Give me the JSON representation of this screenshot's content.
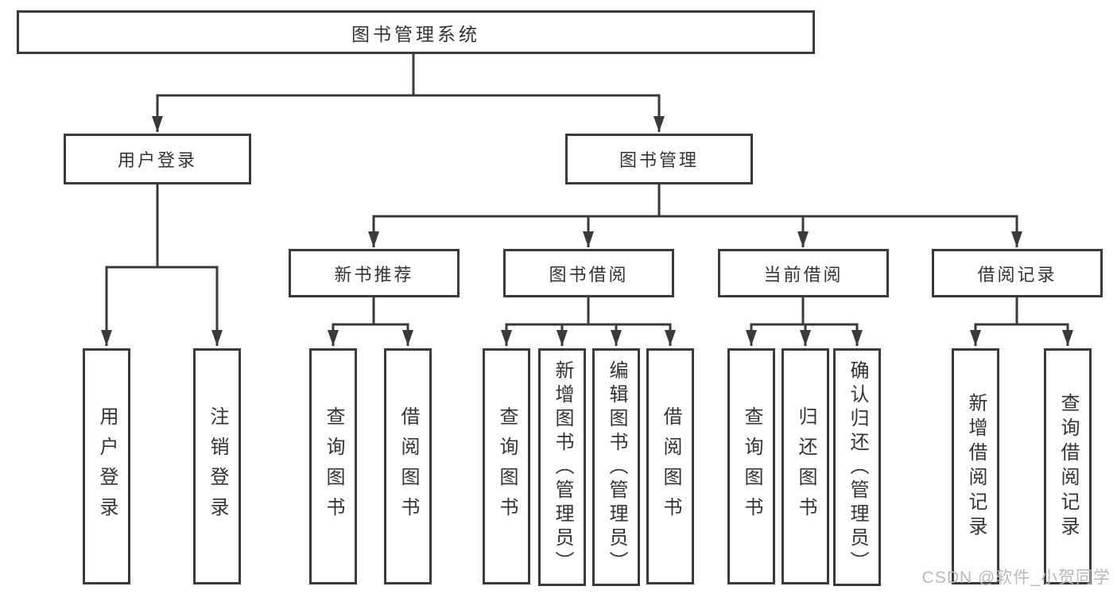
{
  "diagram": {
    "type": "hierarchy-tree",
    "root": {
      "label": "图书管理系统",
      "children": [
        {
          "label": "用户登录",
          "children": [
            {
              "label": "用户登录"
            },
            {
              "label": "注销登录"
            }
          ]
        },
        {
          "label": "图书管理",
          "children": [
            {
              "label": "新书推荐",
              "children": [
                {
                  "label": "查询图书"
                },
                {
                  "label": "借阅图书"
                }
              ]
            },
            {
              "label": "图书借阅",
              "children": [
                {
                  "label": "查询图书"
                },
                {
                  "label": "新增图书（管理员）"
                },
                {
                  "label": "编辑图书（管理员）"
                },
                {
                  "label": "借阅图书"
                }
              ]
            },
            {
              "label": "当前借阅",
              "children": [
                {
                  "label": "查询图书"
                },
                {
                  "label": "归还图书"
                },
                {
                  "label": "确认归还（管理员）"
                }
              ]
            },
            {
              "label": "借阅记录",
              "children": [
                {
                  "label": "新增借阅记录"
                },
                {
                  "label": "查询借阅记录"
                }
              ]
            }
          ]
        }
      ]
    },
    "watermark": "CSDN @软件_小贺同学",
    "colors": {
      "line": "#3a3a3a",
      "text": "#333333",
      "watermark": "#b9b9b9",
      "background": "#ffffff"
    }
  }
}
